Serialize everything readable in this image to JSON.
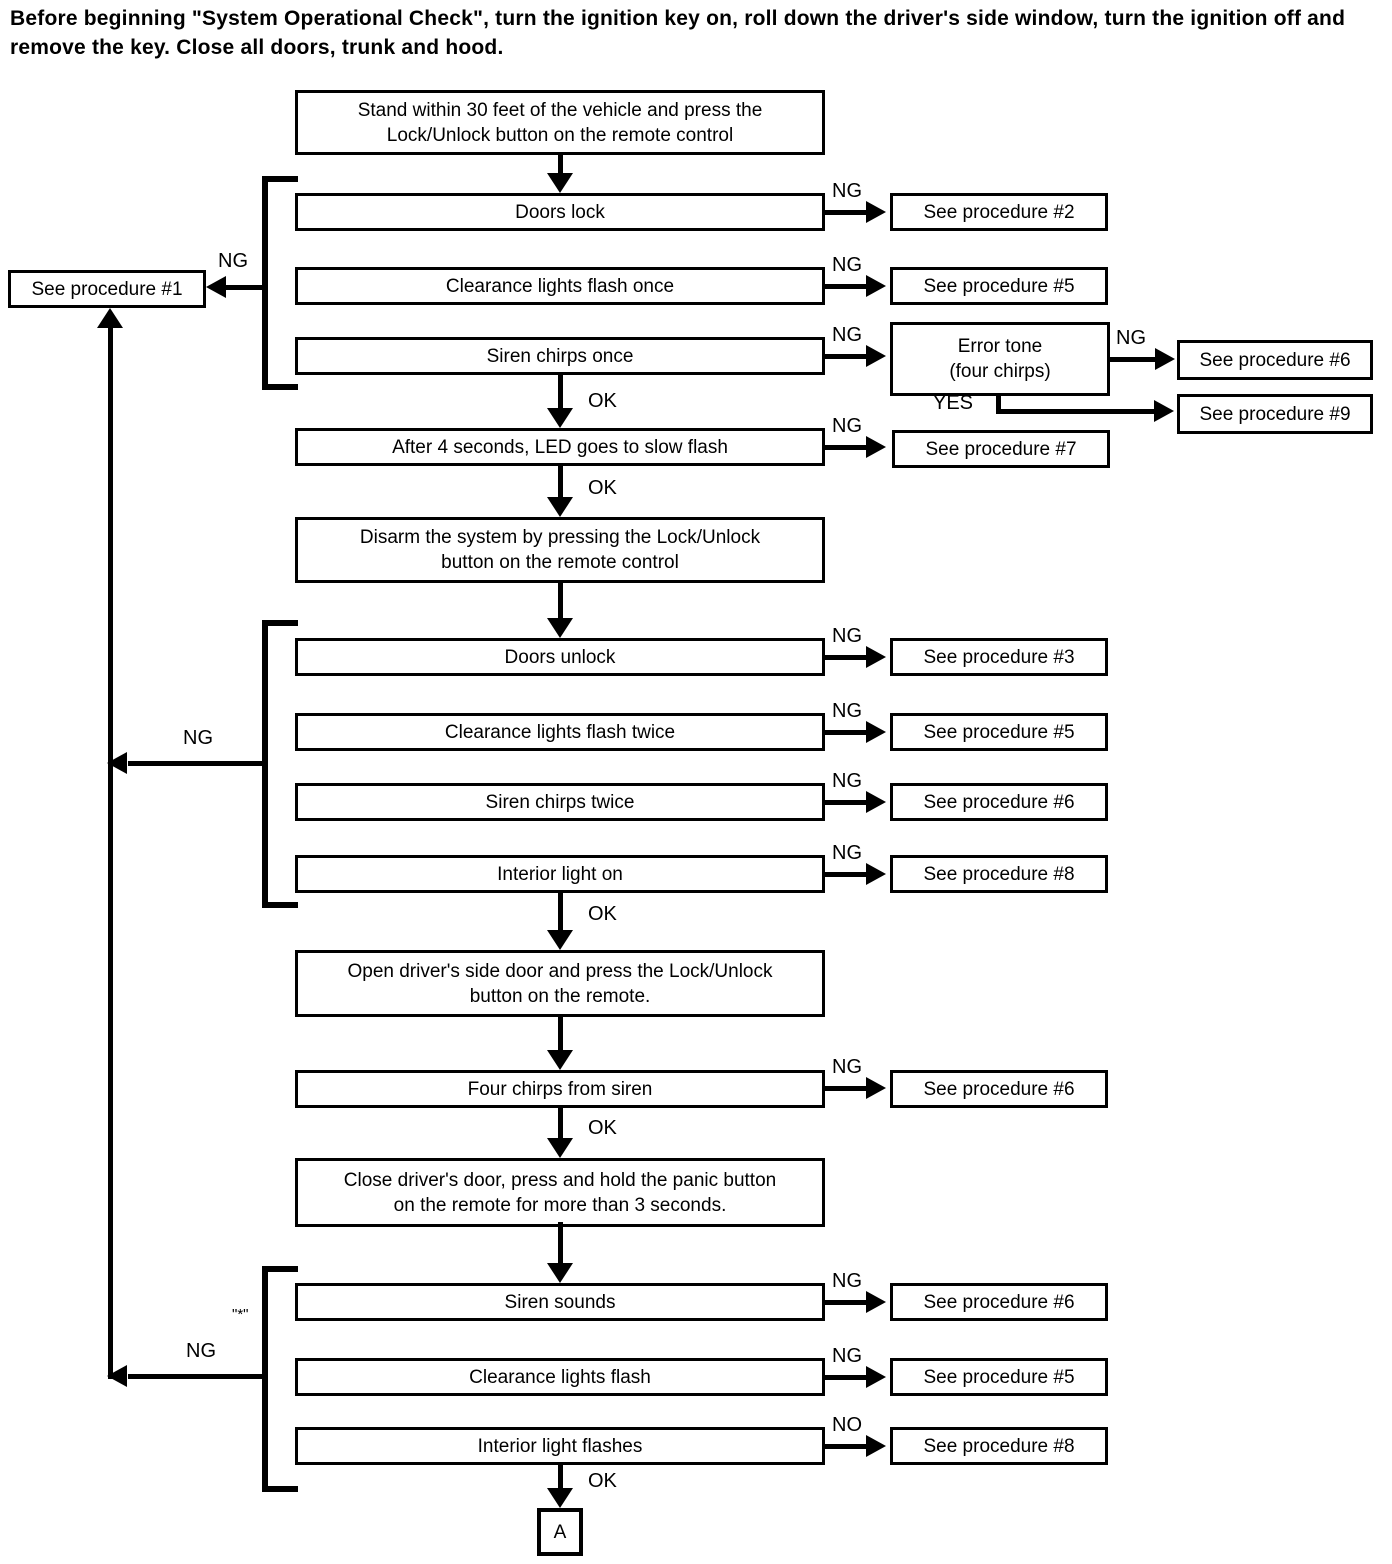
{
  "header": "Before beginning \"System Operational Check\", turn the ignition key on, roll down the driver's side window, turn the ignition off and remove the key. Close all doors, trunk and hood.",
  "labels": {
    "ng": "NG",
    "no": "NO",
    "ok": "OK",
    "yes": "YES",
    "note": "\"*\""
  },
  "nodes": {
    "start": {
      "line1": "Stand within 30 feet of the vehicle and press the",
      "line2": "Lock/Unlock button on the remote control"
    },
    "doors_lock": "Doors lock",
    "clearance_once": "Clearance lights flash once",
    "siren_once": "Siren chirps once",
    "error_tone": {
      "line1": "Error tone",
      "line2": "(four chirps)"
    },
    "led_flash": "After 4 seconds, LED goes to slow flash",
    "disarm": {
      "line1": "Disarm the system by pressing the Lock/Unlock",
      "line2": "button on the remote control"
    },
    "doors_unlock": "Doors unlock",
    "clearance_twice": "Clearance lights flash twice",
    "siren_twice": "Siren chirps twice",
    "interior_on": "Interior light on",
    "open_door": {
      "line1": "Open driver's side door and press the Lock/Unlock",
      "line2": "button on the remote."
    },
    "four_chirps": "Four chirps from siren",
    "close_door": {
      "line1": "Close driver's door, press and hold the panic button",
      "line2": "on the remote for more than 3 seconds."
    },
    "siren_sounds": "Siren sounds",
    "clearance_flash": "Clearance lights flash",
    "interior_flashes": "Interior light flashes",
    "connector_a": "A"
  },
  "procedures": {
    "p1": "See procedure #1",
    "p2": "See procedure #2",
    "p3": "See procedure #3",
    "p5": "See procedure #5",
    "p6": "See procedure #6",
    "p7": "See procedure #7",
    "p8": "See procedure #8",
    "p9": "See procedure #9"
  }
}
